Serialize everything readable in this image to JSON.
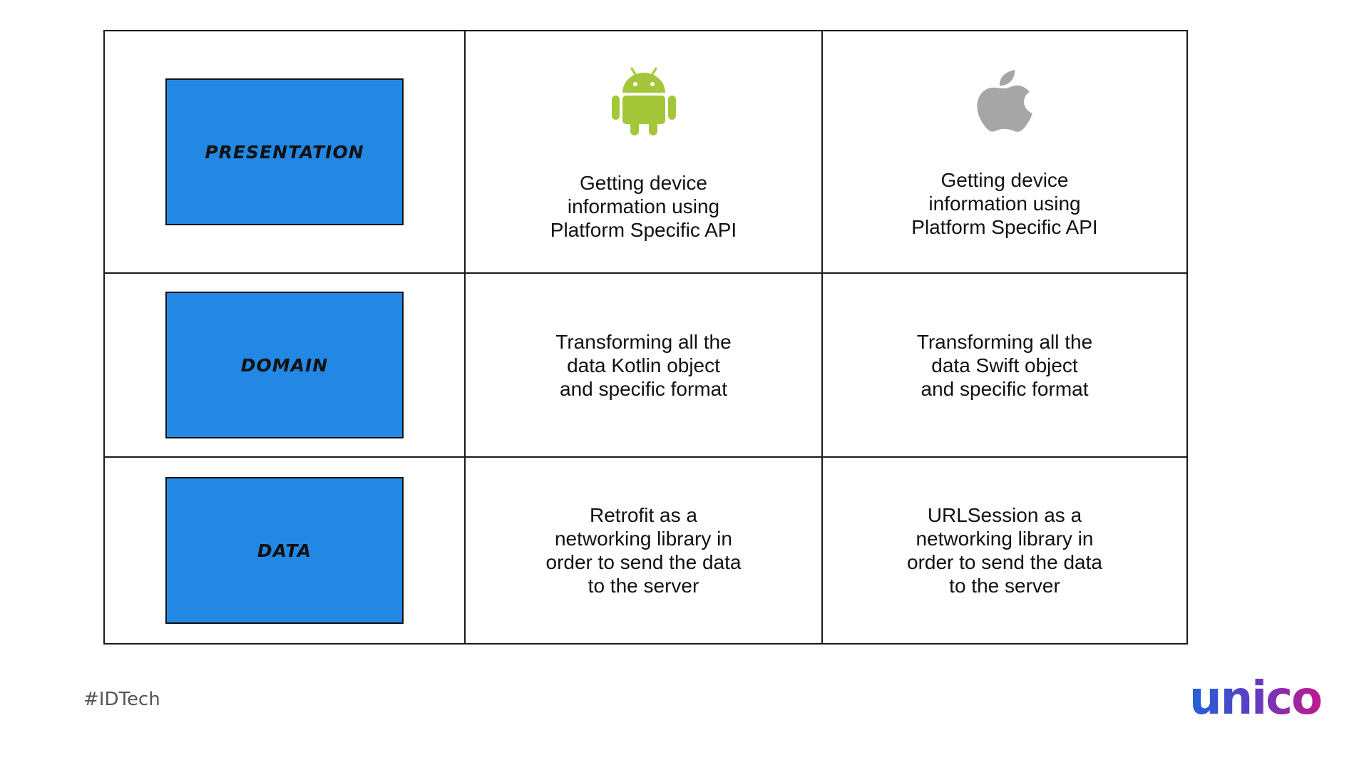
{
  "layers": [
    {
      "label": "PRESENTATION"
    },
    {
      "label": "DOMAIN"
    },
    {
      "label": "DATA"
    }
  ],
  "platforms": [
    {
      "icon": "android-icon",
      "color": "#a4c639"
    },
    {
      "icon": "apple-icon",
      "color": "#a6a6a6"
    }
  ],
  "rows": {
    "presentation": {
      "android": "Getting device\ninformation using\nPlatform Specific API",
      "ios": "Getting device\ninformation using\nPlatform Specific API"
    },
    "domain": {
      "android": "Transforming all the\ndata Kotlin object\nand specific format",
      "ios": "Transforming all the\ndata Swift object\nand specific format"
    },
    "data": {
      "android": "Retrofit as a\nnetworking library in\norder to send the data\nto the server",
      "ios": "URLSession as a\nnetworking library in\norder to send the data\nto the server"
    }
  },
  "footer": {
    "hashtag": "#IDTech",
    "logo": "unico"
  },
  "colors": {
    "layer_box": "#2288e3",
    "logo_gradient": [
      "#1f63d8",
      "#c2188d"
    ]
  }
}
